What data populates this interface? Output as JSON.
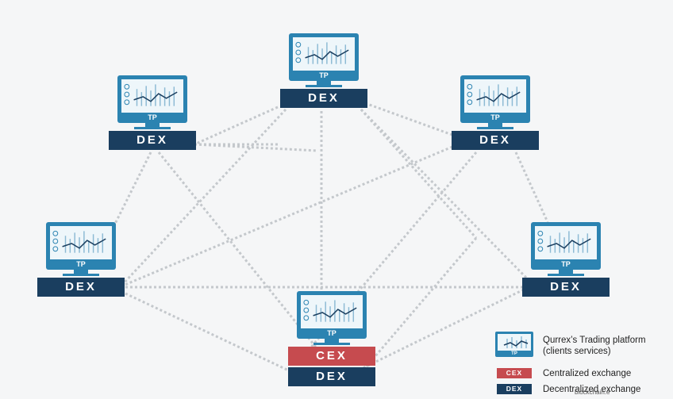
{
  "diagram": {
    "node_badge": "TP",
    "dex_label": "DEX",
    "cex_label": "CEX",
    "colors": {
      "dex": "#1a3e5f",
      "cex": "#c64b4f",
      "monitor": "#2b83b1",
      "link": "#c4c8cc"
    }
  },
  "legend": {
    "platform_line1": "Qurrex’s Trading platform",
    "platform_line2": "(clients services)",
    "cex_chip": "CEX",
    "cex_desc": "Centralized exchange",
    "dex_chip": "DEX",
    "dex_desc": "Decentralized exchange"
  },
  "watermark": "blockchain.e"
}
